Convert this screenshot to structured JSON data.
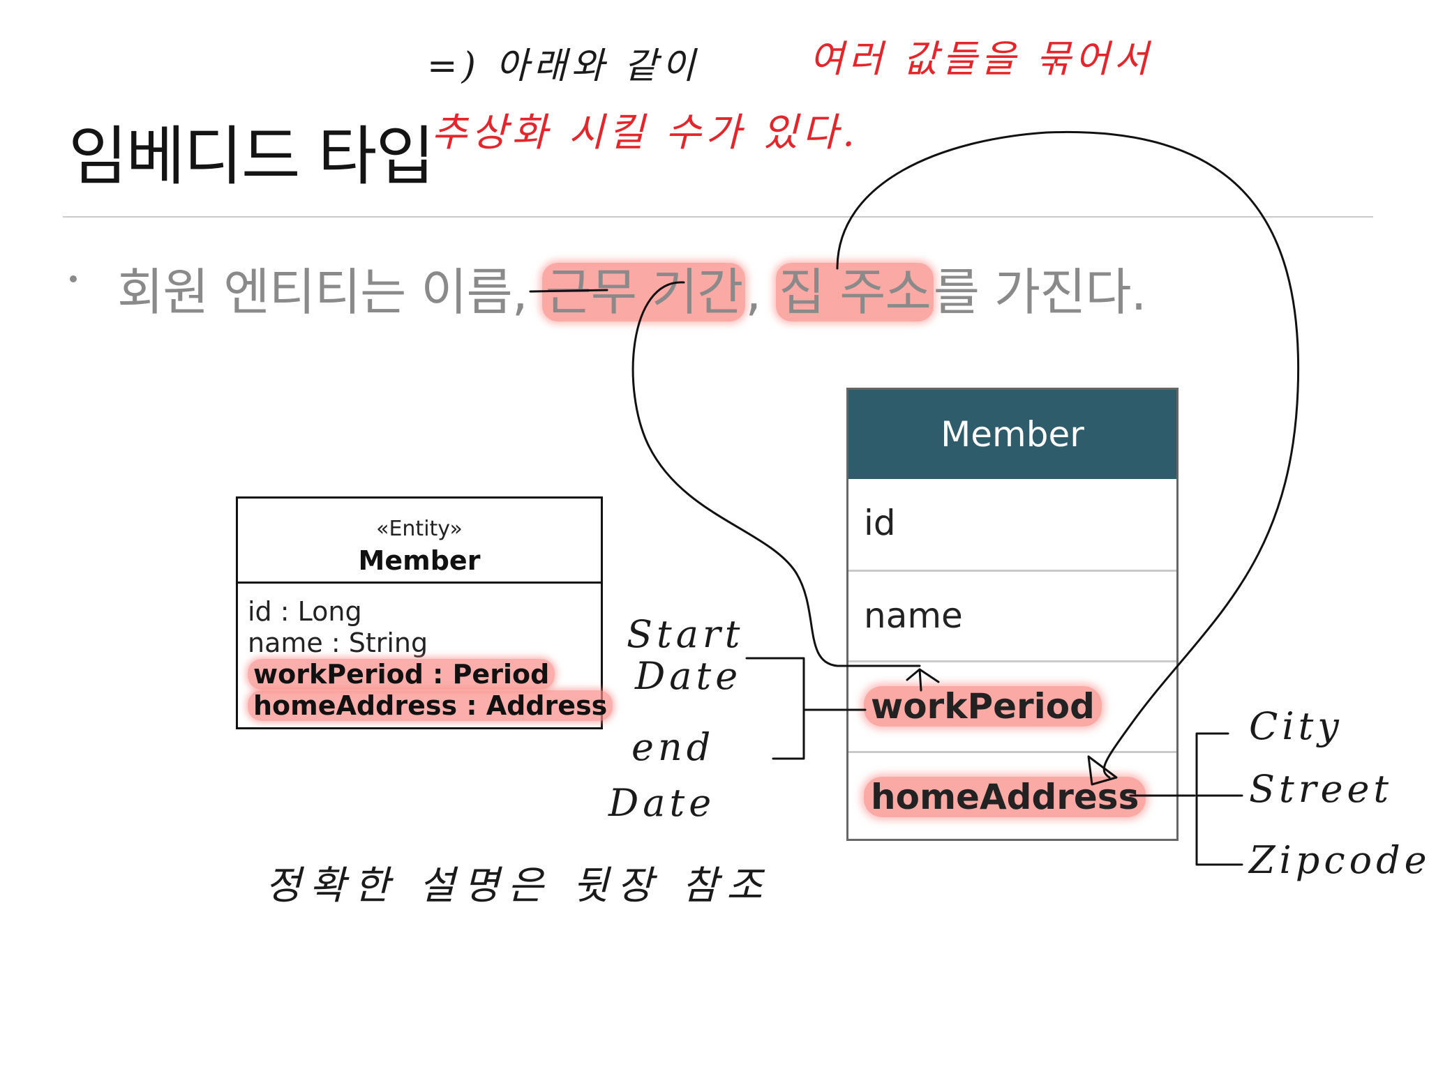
{
  "slide": {
    "title": "임베디드 타입",
    "bullet": {
      "before": "회원 엔티티는 이름, ",
      "highlight1": "근무 기간",
      "middle": ", ",
      "highlight2": "집 주소",
      "after": "를 가진다."
    }
  },
  "handwritten": {
    "top_line1": "=) 아래와 같이",
    "top_line1_red": "여러 값들을 묶어서",
    "top_line2_red": "추상화 시킬 수가 있다.",
    "bottom_note": "정확한 설명은 뒷장 참조",
    "period_fields": [
      "Start",
      "Date",
      "end",
      "Date"
    ],
    "address_fields": [
      "City",
      "Street",
      "Zipcode"
    ]
  },
  "uml": {
    "stereotype": "«Entity»",
    "name": "Member",
    "attributes": [
      "id : Long",
      "name : String",
      "workPeriod : Period",
      "homeAddress : Address"
    ]
  },
  "member_table": {
    "header": "Member",
    "rows": [
      "id",
      "name",
      "workPeriod",
      "homeAddress"
    ]
  },
  "colors": {
    "table_header": "#2f5c6a",
    "highlight": "#fa8c87",
    "handwriting_red": "#e4262c"
  }
}
